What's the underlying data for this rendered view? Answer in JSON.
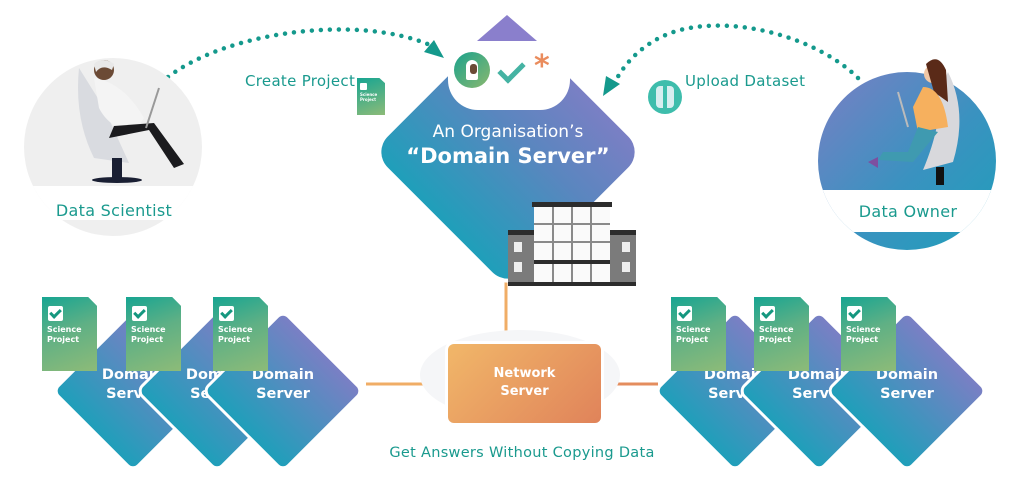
{
  "actors": {
    "data_scientist": {
      "label": "Data Scientist"
    },
    "data_owner": {
      "label": "Data Owner"
    }
  },
  "flows": {
    "create_project": {
      "label": "Create Project"
    },
    "upload_dataset": {
      "label": "Upload Dataset"
    }
  },
  "central_server": {
    "line1": "An Organisation’s",
    "line2": "“Domain Server”",
    "status_icons": [
      "avatar-icon",
      "check-icon",
      "asterisk-icon"
    ]
  },
  "document": {
    "line1": "Science",
    "line2": "Project"
  },
  "network_server": {
    "line1": "Network",
    "line2": "Server"
  },
  "domain_servers": {
    "left": [
      {
        "line1": "Domain",
        "line2": "Server"
      },
      {
        "line1": "Domain",
        "line2": "Server"
      },
      {
        "line1": "Domain",
        "line2": "Server"
      }
    ],
    "right": [
      {
        "line1": "Domain",
        "line2": "Server"
      },
      {
        "line1": "Domain",
        "line2": "Server"
      },
      {
        "line1": "Domain",
        "line2": "Server"
      }
    ]
  },
  "caption": "Get Answers Without Copying Data",
  "colors": {
    "teal": "#1a9a8e",
    "diamond_top": "#7a7fc4",
    "diamond_bottom": "#1f9fba",
    "network_start": "#f0b468",
    "network_end": "#e0825a",
    "connector": "#f0a860"
  }
}
